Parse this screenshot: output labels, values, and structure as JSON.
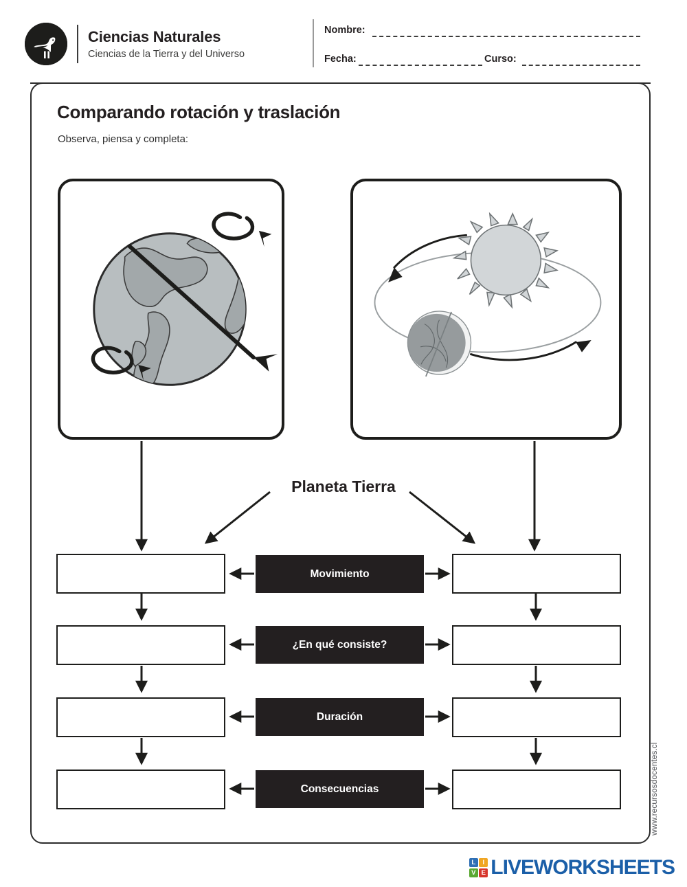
{
  "header": {
    "brand_title": "Ciencias Naturales",
    "brand_subtitle": "Ciencias de la Tierra y del Universo",
    "logo_icon": "bird-logo-icon",
    "logo_color": "#1d1d1b",
    "fields": {
      "nombre_label": "Nombre:",
      "nombre_value": "",
      "fecha_label": "Fecha:",
      "fecha_value": "",
      "curso_label": "Curso:",
      "curso_value": ""
    }
  },
  "worksheet": {
    "title": "Comparando rotación y traslación",
    "instruction": "Observa, piensa y completa:",
    "center_label": "Planeta Tierra",
    "illustrations": [
      {
        "name": "rotacion-illustration",
        "icon": "earth-rotation-icon",
        "description": "Globo terráqueo con eje de rotación inclinado y flechas curvas en los polos",
        "ocean_color": "#b8bec0",
        "land_color": "#a2a8aa"
      },
      {
        "name": "traslacion-illustration",
        "icon": "earth-orbit-sun-icon",
        "description": "Sol con rayos y la Tierra recorriendo una órbita elíptica con flechas de dirección",
        "sun_color": "#d2d6d8",
        "earth_color": "#8e9496"
      }
    ],
    "rows": [
      {
        "label": "Movimiento",
        "left_answer": "",
        "right_answer": ""
      },
      {
        "label": "¿En qué consiste?",
        "left_answer": "",
        "right_answer": ""
      },
      {
        "label": "Duración",
        "left_answer": "",
        "right_answer": ""
      },
      {
        "label": "Consecuencias",
        "left_answer": "",
        "right_answer": ""
      }
    ],
    "label_box_color": "#231f20",
    "label_text_color": "#ffffff"
  },
  "footer": {
    "side_url": "www.recursosdocentes.cl",
    "brand": {
      "wordmark": "LIVEWORKSHEETS",
      "wordmark_color": "#1b5fa8",
      "tiles": [
        {
          "letter": "L",
          "color": "#2f6fb5"
        },
        {
          "letter": "I",
          "color": "#f0a623"
        },
        {
          "letter": "V",
          "color": "#5aa832"
        },
        {
          "letter": "E",
          "color": "#d7362c"
        }
      ]
    }
  }
}
